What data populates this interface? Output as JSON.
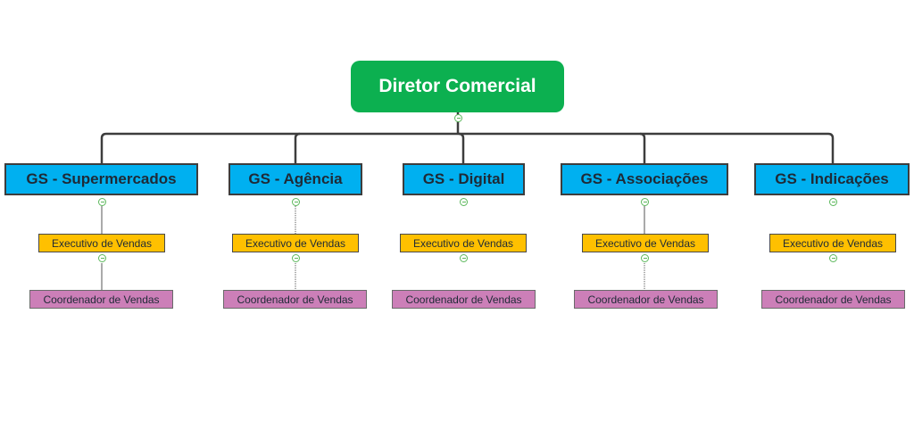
{
  "diagram": {
    "type": "org-chart",
    "root": {
      "label": "Diretor Comercial",
      "color": "#0cb050"
    },
    "colors": {
      "gerente": "#00b0f0",
      "executivo": "#ffc000",
      "coordenador": "#cc7fb8",
      "connector": "#3d3d3d",
      "collapse_toggle": "#5cb85c"
    },
    "branches": [
      {
        "label": "GS - Supermercados",
        "children": [
          {
            "label": "Executivo de Vendas",
            "children": [
              {
                "label": "Coordenador de Vendas"
              }
            ]
          }
        ]
      },
      {
        "label": "GS - Agência",
        "children": [
          {
            "label": "Executivo de Vendas",
            "children": [
              {
                "label": "Coordenador de Vendas"
              }
            ]
          }
        ]
      },
      {
        "label": "GS - Digital",
        "children": [
          {
            "label": "Executivo de Vendas",
            "children": [
              {
                "label": "Coordenador de Vendas"
              }
            ]
          }
        ]
      },
      {
        "label": "GS - Associações",
        "children": [
          {
            "label": "Executivo de Vendas",
            "children": [
              {
                "label": "Coordenador de Vendas"
              }
            ]
          }
        ]
      },
      {
        "label": "GS - Indicações",
        "children": [
          {
            "label": "Executivo de Vendas",
            "children": [
              {
                "label": "Coordenador de Vendas"
              }
            ]
          }
        ]
      }
    ]
  }
}
